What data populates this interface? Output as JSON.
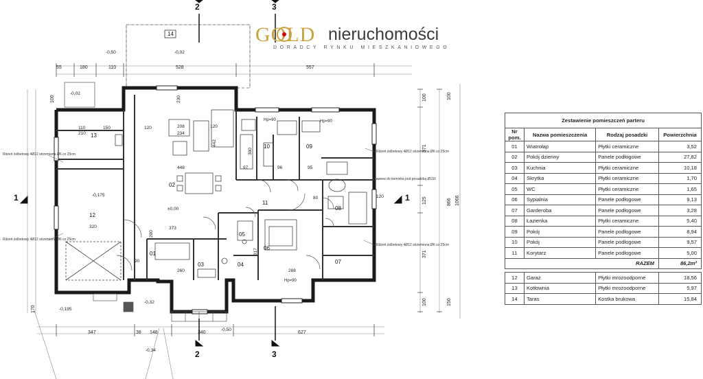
{
  "logo": {
    "brand_gold": "GOLD",
    "brand_rest": "nieruchomości",
    "tagline": "DORADCY RYNKU MIESZKANIOWEGO"
  },
  "colors": {
    "wall": "#222222",
    "gold": "#c9a13f",
    "accent_red": "#d40000",
    "line": "#555555"
  },
  "table": {
    "title": "Zestawienie pomieszczeń parteru",
    "headers": [
      "Nr pom.",
      "Nazwa pomieszczenia",
      "Rodzaj posadzki",
      "Powierzchnia"
    ],
    "rows": [
      [
        "01",
        "Wiatrołap",
        "Płytki ceramiczne",
        "3,52"
      ],
      [
        "02",
        "Pokój dzienny",
        "Panele podłogowe",
        "27,82"
      ],
      [
        "03",
        "Kuchnia",
        "Płytki ceramiczne",
        "10,18"
      ],
      [
        "04",
        "Skrytka",
        "Płytki ceramiczne",
        "1,70"
      ],
      [
        "05",
        "WC",
        "Płytki ceramiczne",
        "1,65"
      ],
      [
        "06",
        "Sypialnia",
        "Panele podłogowe",
        "9,13"
      ],
      [
        "07",
        "Garderoba",
        "Panele podłogowe",
        "3,28"
      ],
      [
        "08",
        "Łazienka",
        "Płytki ceramiczne",
        "5,40"
      ],
      [
        "09",
        "Pokój",
        "Panele podłogowe",
        "8,94"
      ],
      [
        "10",
        "Pokój",
        "Panele podłogowe",
        "9,57"
      ],
      [
        "11",
        "Korytarz",
        "Panele podłogowe",
        "5,00"
      ]
    ],
    "sum_label": "RAZEM",
    "sum_value": "86,2m²",
    "extra_rows": [
      [
        "12",
        "Garaż",
        "Płytki mrozoodporne",
        "18,56"
      ],
      [
        "13",
        "Kotłownia",
        "Płytki mrozoodporne",
        "5,97"
      ],
      [
        "14",
        "Taras",
        "Kostka brukowa",
        "15,84"
      ]
    ]
  },
  "plan": {
    "room_numbers": [
      "01",
      "02",
      "03",
      "04",
      "05",
      "06",
      "07",
      "08",
      "09",
      "10",
      "11",
      "12",
      "13",
      "14"
    ],
    "section_marks": [
      "1",
      "2",
      "3"
    ],
    "top_dims": [
      "55",
      "180",
      "110",
      "528",
      "557"
    ],
    "bottom_dims": [
      "347",
      "38",
      "148",
      "340",
      "627"
    ],
    "right_dims": [
      "100",
      "371",
      "125",
      "371",
      "100",
      "150",
      "866",
      "1066"
    ],
    "left_dims": [
      "100",
      "170"
    ],
    "inner_dims": [
      "110",
      "210",
      "150",
      "120",
      "208",
      "234",
      "120",
      "442",
      "448",
      "320",
      "373",
      "260",
      "317",
      "288",
      "97",
      "95",
      "96",
      "80",
      "120",
      "90",
      "300",
      "200",
      "230"
    ],
    "levels": [
      "-0,50",
      "-0,02",
      "±0,00",
      "-0,175",
      "-0,195",
      "-0,32",
      "-0,34",
      "-0,50",
      "-0,02"
    ],
    "notes": [
      "Rdzeń żelbetowy 4Ø12 strzemiona Ø6 co 25cm",
      "Rdzeń żelbetowy 4Ø12 strzemiona Ø6 co 25cm",
      "Rdzeń żelbetowy 4Ø12 strzemiona Ø6 co 25cm",
      "Rdzeń żelbetowy 4Ø12 strzemiona Ø6 co 25cm",
      "nawiew do kominka pod posadzką Ø160"
    ],
    "window_labels": [
      "Hp=90",
      "Hp=90",
      "Hp=90"
    ]
  }
}
